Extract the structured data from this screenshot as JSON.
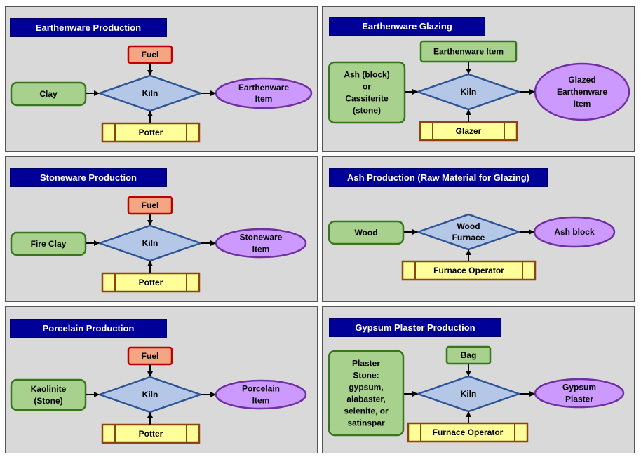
{
  "panels": [
    {
      "id": "earthenware-production",
      "title": "Earthenware Production",
      "input": [
        "Clay"
      ],
      "fuel": "Fuel",
      "process": [
        "Kiln"
      ],
      "operator": "Potter",
      "output": [
        "Earthenware",
        "Item"
      ]
    },
    {
      "id": "earthenware-glazing",
      "title": "Earthenware Glazing",
      "input": [
        "Ash (block)",
        "or",
        "Cassiterite",
        "(stone)"
      ],
      "fuel": "Earthenware Item",
      "process": [
        "Kiln"
      ],
      "operator": "Glazer",
      "output": [
        "Glazed",
        "Earthenware",
        "Item"
      ]
    },
    {
      "id": "stoneware-production",
      "title": "Stoneware  Production",
      "input": [
        "Fire Clay"
      ],
      "fuel": "Fuel",
      "process": [
        "Kiln"
      ],
      "operator": "Potter",
      "output": [
        "Stoneware",
        "Item"
      ]
    },
    {
      "id": "ash-production",
      "title": "Ash Production (Raw Material for Glazing)",
      "input": [
        "Wood"
      ],
      "fuel": "",
      "process": [
        "Wood",
        "Furnace"
      ],
      "operator": "Furnace Operator",
      "output": [
        "Ash block"
      ]
    },
    {
      "id": "porcelain-production",
      "title": "Porcelain Production",
      "input": [
        "Kaolinite",
        "(Stone)"
      ],
      "fuel": "Fuel",
      "process": [
        "Kiln"
      ],
      "operator": "Potter",
      "output": [
        "Porcelain",
        "Item"
      ]
    },
    {
      "id": "gypsum-plaster-production",
      "title": "Gypsum Plaster Production",
      "input": [
        "Plaster",
        "Stone:",
        "gypsum,",
        "alabaster,",
        "selenite, or",
        "satinspar"
      ],
      "fuel": "Bag",
      "process": [
        "Kiln"
      ],
      "operator": "Furnace Operator",
      "output": [
        "Gypsum",
        "Plaster"
      ]
    }
  ],
  "colors": {
    "panel_bg": "#d9d9d9",
    "title_bg": "#000099",
    "input_fill": "#a9d18e",
    "input_stroke": "#38761d",
    "fuel_fill": "#f4a582",
    "fuel_stroke": "#c00000",
    "process_fill": "#b4c7e7",
    "process_stroke": "#2f5597",
    "operator_fill": "#ffff99",
    "operator_stroke": "#8b4513",
    "output_fill": "#cc99ff",
    "output_stroke": "#7030a0"
  }
}
